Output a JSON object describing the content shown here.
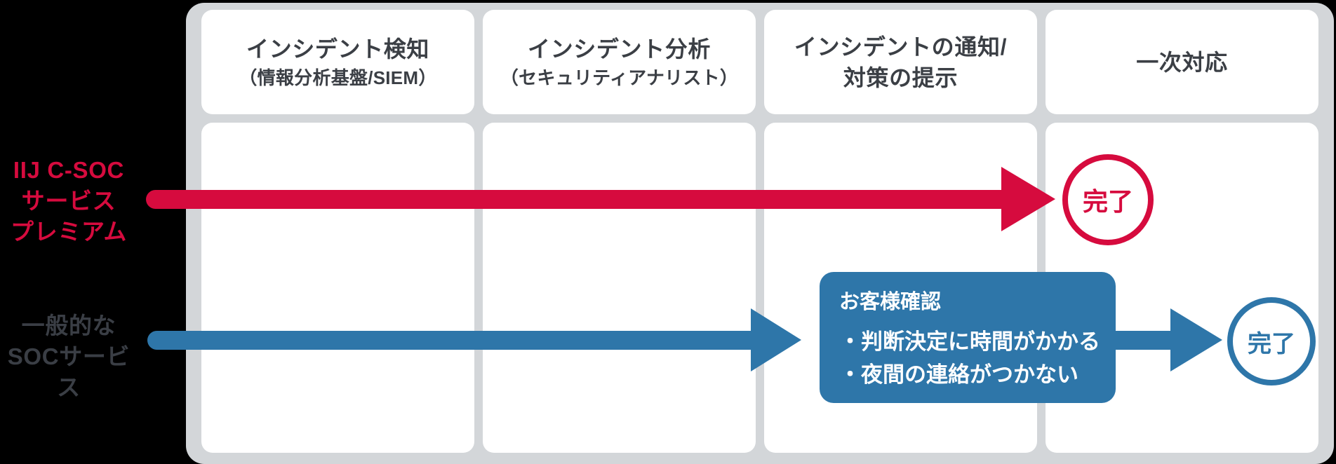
{
  "columns": [
    {
      "title": "インシデント検知",
      "subtitle": "（情報分析基盤/SIEM）"
    },
    {
      "title": "インシデント分析",
      "subtitle": "（セキュリティアナリスト）"
    },
    {
      "title": "インシデントの通知/",
      "title2": "対策の提示"
    },
    {
      "title": "一次対応"
    }
  ],
  "rows": [
    {
      "name": "IIJ C-SOC サービス プレミアム",
      "label_lines": [
        "IIJ C-SOC",
        "サービス",
        "プレミアム"
      ],
      "result": "完了",
      "color": "#d60b3e"
    },
    {
      "name": "一般的な SOCサービス",
      "label_lines": [
        "一般的な",
        "SOCサービス"
      ],
      "result": "完了",
      "color": "#2e76a9"
    }
  ],
  "callout": {
    "title": "お客様確認",
    "bullets": [
      "・判断決定に時間がかかる",
      "・夜間の連絡がつかない"
    ]
  },
  "colors": {
    "premium_red": "#d60b3e",
    "general_blue": "#2e76a9",
    "panel_gray": "#d3d6d9",
    "cell_white": "#ffffff",
    "text_dark": "#3b3f45",
    "background": "#000000"
  }
}
